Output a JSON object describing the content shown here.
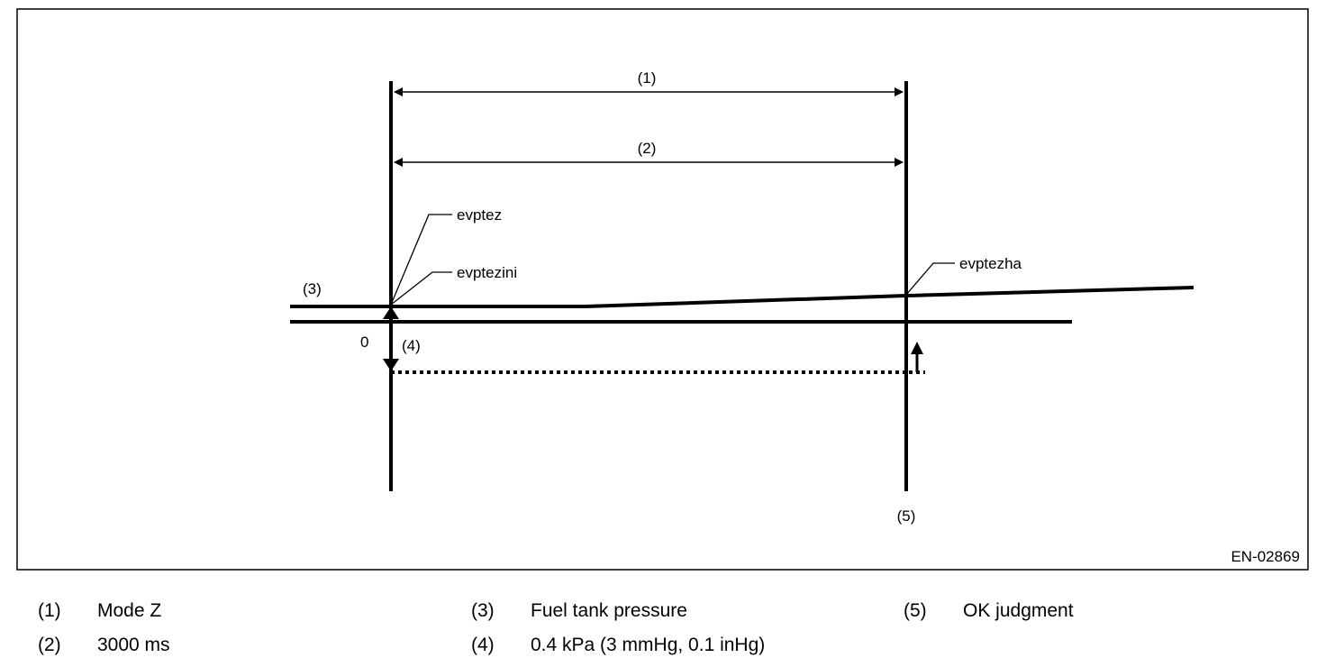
{
  "diagram": {
    "figure_id": "EN-02869",
    "callouts": {
      "c1": "(1)",
      "c2": "(2)",
      "c3": "(3)",
      "c4": "(4)",
      "c5": "(5)"
    },
    "zero_label": "0",
    "signal_labels": {
      "evptez": "evptez",
      "evptezini": "evptezini",
      "evptezha": "evptezha"
    }
  },
  "legend": [
    {
      "num": "(1)",
      "text": "Mode Z"
    },
    {
      "num": "(2)",
      "text": "3000 ms"
    },
    {
      "num": "(3)",
      "text": "Fuel tank pressure"
    },
    {
      "num": "(4)",
      "text": "0.4 kPa (3 mmHg, 0.1 inHg)"
    },
    {
      "num": "(5)",
      "text": "OK judgment"
    }
  ]
}
